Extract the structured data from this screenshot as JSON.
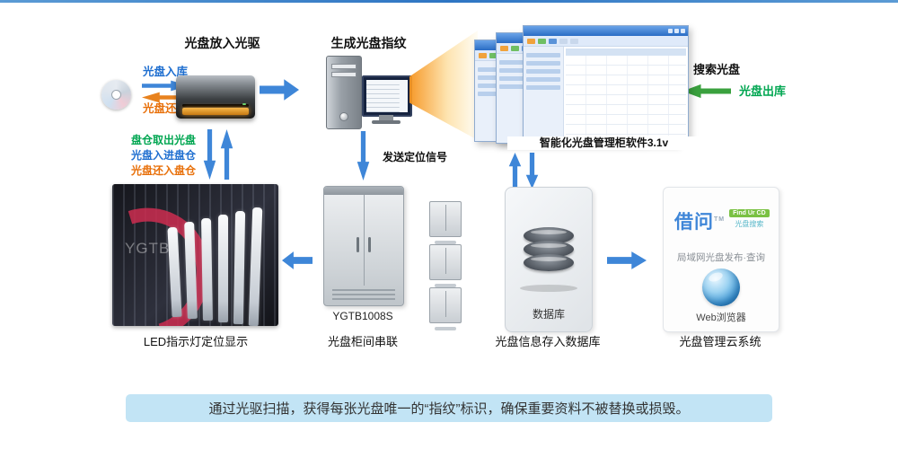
{
  "top": {
    "drive_title": "光盘放入光驱",
    "fingerprint_title": "生成光盘指纹",
    "disc_in": "光盘入库",
    "disc_return": "光盘还库",
    "search": "搜索光盘",
    "disc_out": "光盘出库",
    "software_caption": "智能化光盘管理柜软件3.1v"
  },
  "middle": {
    "bin_out": "盘仓取出光盘",
    "bin_in": "光盘入进盘仓",
    "bin_return": "光盘还入盘仓",
    "send_signal": "发送定位信号"
  },
  "bottom": {
    "led_caption": "LED指示灯定位显示",
    "led_watermark": "YGTB",
    "cabinet_model": "YGTB1008S",
    "cabinet_caption": "光盘柜间串联",
    "db_label": "数据库",
    "db_caption": "光盘信息存入数据库"
  },
  "cloud": {
    "brand": "借问",
    "tm": "TM",
    "badge": "Find Ur CD",
    "sub": "光盘搜索",
    "desc": "局域网光盘发布·查询",
    "browser": "Web浏览器",
    "caption": "光盘管理云系统"
  },
  "banner": {
    "text": "通过光驱扫描，获得每张光盘唯一的“指纹”标识，确保重要资料不被替换或损毁。"
  },
  "colors": {
    "accent_blue": "#3e86d8",
    "text_blue": "#1f6fd0",
    "green": "#00a651",
    "orange": "#e8700a",
    "badge_green": "#7ac143",
    "banner_bg": "#c2e4f5",
    "beam_orange": "#f6941e"
  }
}
